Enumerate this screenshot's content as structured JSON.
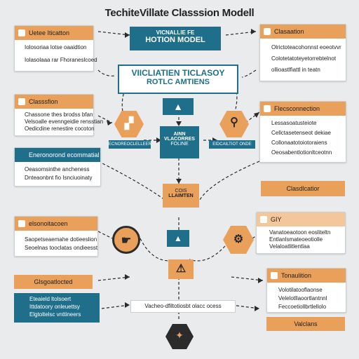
{
  "title": "TechiteVillate Classsion Modell",
  "top_center_box": {
    "line1": "VICNALLIE FE",
    "line2": "HOTION MODEL"
  },
  "main_banner": {
    "line1": "VIICLIATIEN TICLASOY",
    "line2": "ROTLC AMTIENS"
  },
  "center_box": {
    "line1": "AINN",
    "line2": "VLACORRES",
    "line3": "FOLINE"
  },
  "center_orange": {
    "line1": "COIS",
    "line2": "LLAIMTEN"
  },
  "left_cards": [
    {
      "header": "Uetee Iticatton",
      "lines": [
        "Iolosoriaa lotse oaaidtion",
        "Iolasolaaa rar Fhoraneslcoed"
      ]
    },
    {
      "header": "Classsfion",
      "lines": [
        "Chassone thes brodss bfan",
        "Velsoalle evenngeidie rensstian",
        "Oedicdine renestire cocoton"
      ]
    },
    {
      "header": "Eneronorond ecommatial",
      "lines": [
        "Oeasomsinthe ancheness",
        "Dnteaonbnt fio Isnciuoinaty"
      ]
    },
    {
      "header": "elsonoitacoen",
      "lines": [
        "Saopetseaemahe dotieeslion",
        "Seoelnas tooclatas ondieesst"
      ]
    },
    {
      "header": "Glsgoatlocted",
      "lines": [
        "Eteaield ltolsoert",
        "Ittdatoory onleuettsy",
        "Elgtoltelsc vnttineers"
      ]
    }
  ],
  "right_cards": [
    {
      "header": "Clasaation",
      "lines": [
        "Olrictoteacohonnst eoeotvvr",
        "Colotetatoteyetorrebtelnot",
        "ollioastlfiattl in teatn"
      ]
    },
    {
      "header": "Flecsconnection",
      "lines": [
        "Lessasoatusteiote",
        "Cellctasetenseot dekiae",
        "Collonaatotoiotoraiens",
        "Oeosabentlotionltceotnn"
      ]
    },
    {
      "header": "Clasdlcatior",
      "lines": []
    },
    {
      "header": "GIY",
      "lines": [
        "Vanatoeaotoon eosliteltn",
        "Entlanlsmateoeotiolle",
        "Velaloatlitlentlaa"
      ]
    },
    {
      "header": "Tonaulition",
      "lines": [
        "Volotilatooflaonse",
        "Velelotllaoortlantnnl",
        "Feccoetiollbrtlellolo"
      ]
    },
    {
      "header": "Valclans",
      "lines": []
    }
  ],
  "mid_labels": {
    "left": "ECNOREOCLELLEER",
    "right": "EIDCAILTIOT ONDE"
  },
  "bottom_bar": "Vacheo-dfiltotiosbt olacc ocess",
  "icons": [
    "chart-icon",
    "magnifier-icon",
    "hand-icon",
    "gear-icon",
    "up-arrow-icon",
    "warning-icon",
    "bug-icon"
  ],
  "colors": {
    "orange": "#e9a05a",
    "teal": "#1f6f8b",
    "dark": "#2b2b2b",
    "background": "#e9ebec"
  }
}
